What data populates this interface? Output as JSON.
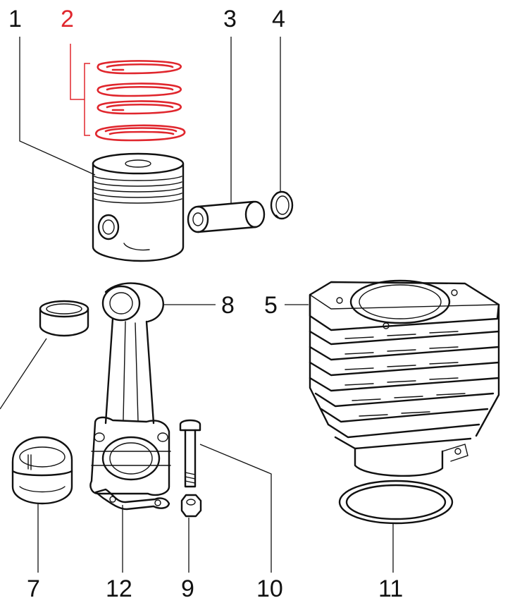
{
  "diagram": {
    "callouts": {
      "c1": "1",
      "c2": "2",
      "c3": "3",
      "c4": "4",
      "c5": "5",
      "c7": "7",
      "c8": "8",
      "c9": "9",
      "c10": "10",
      "c11": "11",
      "c12": "12"
    },
    "highlight_color": "#e0262d",
    "line_color": "#111111"
  }
}
